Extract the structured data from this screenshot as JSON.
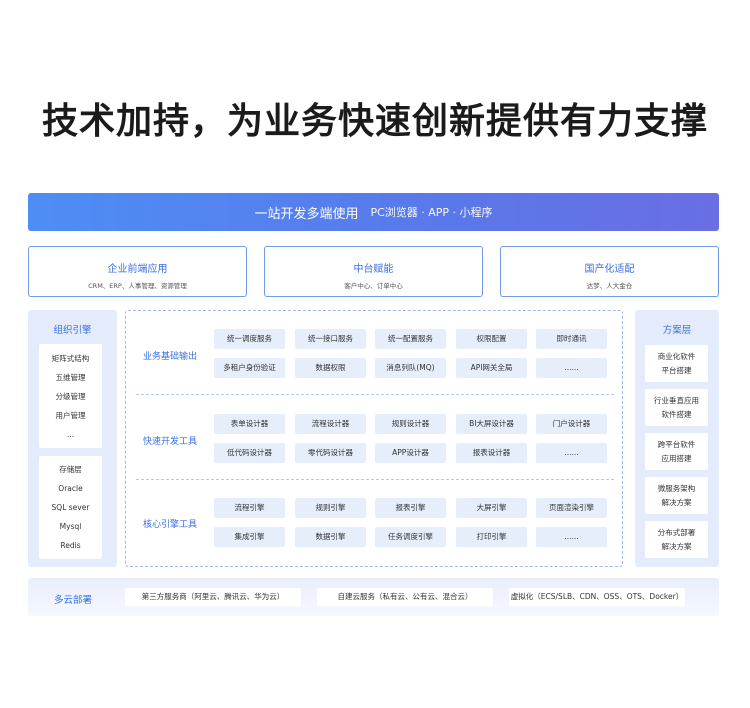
{
  "title": "技术加持，为业务快速创新提供有力支撑",
  "banner": {
    "main": "一站开发多端使用",
    "sub": "PC浏览器 · APP · 小程序"
  },
  "top_boxes": [
    {
      "title": "企业前端应用",
      "sub": "CRM、ERP、人事管理、资源管理"
    },
    {
      "title": "中台赋能",
      "sub": "客户中心、订单中心"
    },
    {
      "title": "国产化适配",
      "sub": "达梦、人大金仓"
    }
  ],
  "left_panel": {
    "title": "组织引擎",
    "group1": [
      "矩阵式结构",
      "五维管理",
      "分级管理",
      "用户管理",
      "..."
    ],
    "group2": [
      "存储层",
      "Oracle",
      "SQL sever",
      "Mysql",
      "Redis"
    ]
  },
  "right_panel": {
    "title": "方案层",
    "cards": [
      [
        "商业化软件",
        "平台搭建"
      ],
      [
        "行业垂直应用",
        "软件搭建"
      ],
      [
        "跨平台软件",
        "应用搭建"
      ],
      [
        "微服务架构",
        "解决方案"
      ],
      [
        "分布式部署",
        "解决方案"
      ]
    ]
  },
  "rows": [
    {
      "label": "业务基础输出",
      "line1": [
        "统一调度服务",
        "统一接口服务",
        "统一配置服务",
        "权限配置",
        "即时通讯"
      ],
      "line2": [
        "多租户身份验证",
        "数据权限",
        "消息列队(MQ)",
        "API网关全局",
        "......"
      ]
    },
    {
      "label": "快速开发工具",
      "line1": [
        "表单设计器",
        "流程设计器",
        "规则设计器",
        "BI大屏设计器",
        "门户设计器"
      ],
      "line2": [
        "低代码设计器",
        "零代码设计器",
        "APP设计器",
        "报表设计器",
        "......"
      ]
    },
    {
      "label": "核心引擎工具",
      "line1": [
        "流程引擎",
        "规则引擎",
        "报表引擎",
        "大屏引擎",
        "页面渲染引擎"
      ],
      "line2": [
        "集成引擎",
        "数据引擎",
        "任务调度引擎",
        "打印引擎",
        "......"
      ]
    }
  ],
  "bottom": {
    "label": "多云部署",
    "pills": [
      "第三方服务商（阿里云、腾讯云、华为云）",
      "自建云服务（私有云、公有云、混合云）",
      "虚拟化（ECS/SLB、CDN、OSS、OTS、Docker）"
    ]
  }
}
